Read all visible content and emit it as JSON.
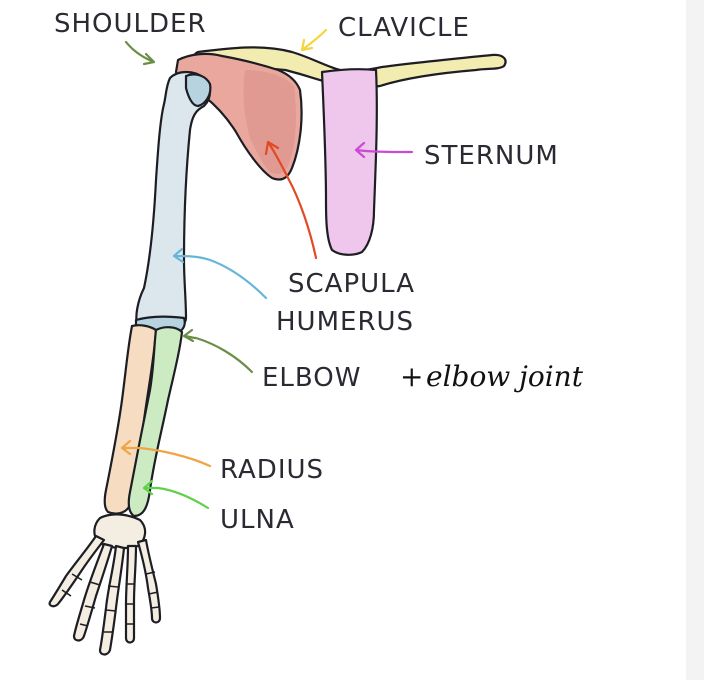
{
  "labels": {
    "shoulder": "SHOULDER",
    "clavicle": "CLAVICLE",
    "sternum": "STERNUM",
    "scapula": "SCAPULA",
    "humerus": "HUMERUS",
    "elbow": "ELBOW",
    "elbow_plus": "+",
    "elbow_joint": "elbow joint",
    "radius": "RADIUS",
    "ulna": "ULNA"
  },
  "colors": {
    "clavicle": "#f3ecb0",
    "scapula": "#e9a79e",
    "sternum": "#efc7ec",
    "humerus": "#dbe7ec",
    "radius": "#f6dcc0",
    "ulna": "#cdebc2",
    "hand": "#f4eee2",
    "arrow_shoulder": "#6b8e47",
    "arrow_clavicle": "#f2d63c",
    "arrow_sternum": "#c94bd2",
    "arrow_scapula": "#e24a24",
    "arrow_humerus": "#67b5d8",
    "arrow_elbow": "#6b8e47",
    "arrow_radius": "#f0a545",
    "arrow_ulna": "#5fd14a"
  }
}
